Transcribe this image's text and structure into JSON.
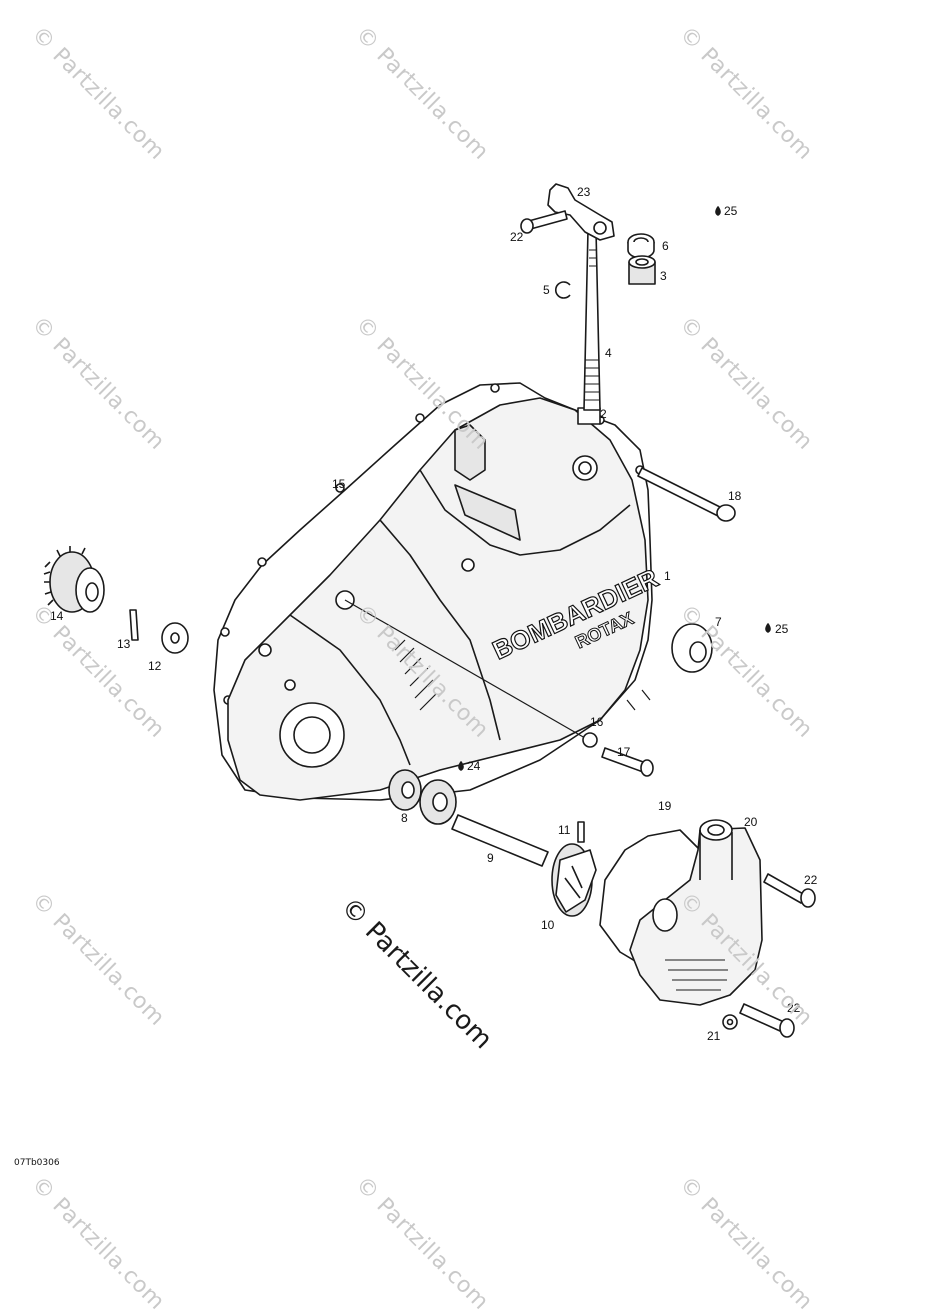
{
  "watermark": "© Partzilla.com",
  "diagram_code": "07Tb0306",
  "brand": {
    "line1": "BOMBARDIER",
    "line2": "ROTAX"
  },
  "callouts": [
    "1",
    "2",
    "3",
    "4",
    "5",
    "6",
    "7",
    "8",
    "9",
    "10",
    "11",
    "12",
    "13",
    "14",
    "15",
    "16",
    "17",
    "18",
    "19",
    "20",
    "21",
    "22",
    "22",
    "22",
    "23",
    "24",
    "25",
    "25"
  ],
  "colors": {
    "line": "#1a1a1a",
    "shade": "#e6e6e6",
    "watermark": "#c9c9c9"
  }
}
